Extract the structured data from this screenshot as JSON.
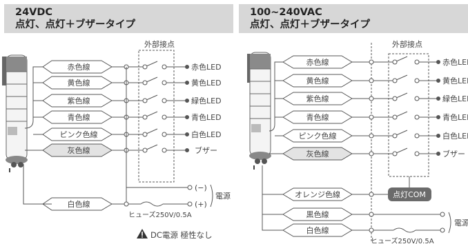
{
  "colors": {
    "header_bg": "#d7d7d7",
    "text": "#333333",
    "line": "#555555",
    "gray_tag_fill": "#e3e3e3",
    "com_fill": "#6b6b6b",
    "com_text": "#ffffff"
  },
  "left": {
    "header_line1": "24VDC",
    "header_line2": "点灯、点灯＋ブザータイプ",
    "contact_label": "外部接点",
    "wires": [
      {
        "label": "赤色線",
        "output": "赤色LED",
        "tag_style": "white"
      },
      {
        "label": "黄色線",
        "output": "黄色LED",
        "tag_style": "white"
      },
      {
        "label": "紫色線",
        "output": "緑色LED",
        "tag_style": "white"
      },
      {
        "label": "青色線",
        "output": "青色LED",
        "tag_style": "white"
      },
      {
        "label": "ピンク色線",
        "output": "白色LED",
        "tag_style": "white"
      },
      {
        "label": "灰色線",
        "output": "ブザー",
        "tag_style": "gray"
      }
    ],
    "white_wire": "白色線",
    "minus": "(−)",
    "plus": "(+)",
    "power": "電源",
    "fuse": "ヒューズ250V/0.5A",
    "warning_text": "DC電源 極性なし",
    "warning_icon": "warning-triangle-icon"
  },
  "right": {
    "header_line1": "100~240VAC",
    "header_line2": "点灯、点灯＋ブザータイプ",
    "contact_label": "外部接点",
    "wires": [
      {
        "label": "赤色線",
        "output": "赤色LED",
        "tag_style": "white"
      },
      {
        "label": "黄色線",
        "output": "黄色LED",
        "tag_style": "white"
      },
      {
        "label": "紫色線",
        "output": "緑色LED",
        "tag_style": "white"
      },
      {
        "label": "青色線",
        "output": "青色LED",
        "tag_style": "white"
      },
      {
        "label": "ピンク色線",
        "output": "白色LED",
        "tag_style": "white"
      },
      {
        "label": "灰色線",
        "output": "ブザー",
        "tag_style": "gray"
      }
    ],
    "orange_wire": "オレンジ色線",
    "com_label": "点灯COM",
    "black_wire": "黒色線",
    "white_wire": "白色線",
    "power": "電源",
    "fuse": "ヒューズ250V/0.5A"
  }
}
